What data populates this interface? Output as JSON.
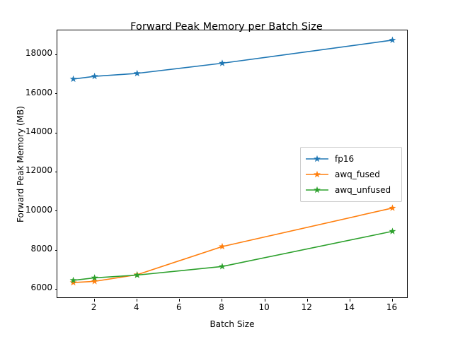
{
  "chart_data": {
    "type": "line",
    "title": "Forward Peak Memory per Batch Size",
    "xlabel": "Batch Size",
    "ylabel": "Forward Peak Memory (MB)",
    "x": [
      1,
      2,
      4,
      8,
      16
    ],
    "xlim": [
      0.25,
      16.75
    ],
    "ylim": [
      5510,
      19240
    ],
    "xticks": [
      2,
      4,
      6,
      8,
      10,
      12,
      14,
      16
    ],
    "xtick_labels": [
      "2",
      "4",
      "6",
      "8",
      "10",
      "12",
      "14",
      "16"
    ],
    "yticks": [
      6000,
      8000,
      10000,
      12000,
      14000,
      16000,
      18000
    ],
    "ytick_labels": [
      "6000",
      "8000",
      "10000",
      "12000",
      "14000",
      "16000",
      "18000"
    ],
    "grid": false,
    "legend_position": "center right",
    "marker": "star",
    "series": [
      {
        "name": "fp16",
        "color": "#1f77b4",
        "values": [
          16750,
          16890,
          17040,
          17560,
          18740
        ]
      },
      {
        "name": "awq_fused",
        "color": "#ff7f0e",
        "values": [
          6340,
          6400,
          6740,
          8180,
          10150
        ]
      },
      {
        "name": "awq_unfused",
        "color": "#2ca02c",
        "values": [
          6450,
          6580,
          6720,
          7160,
          8960
        ]
      }
    ]
  }
}
